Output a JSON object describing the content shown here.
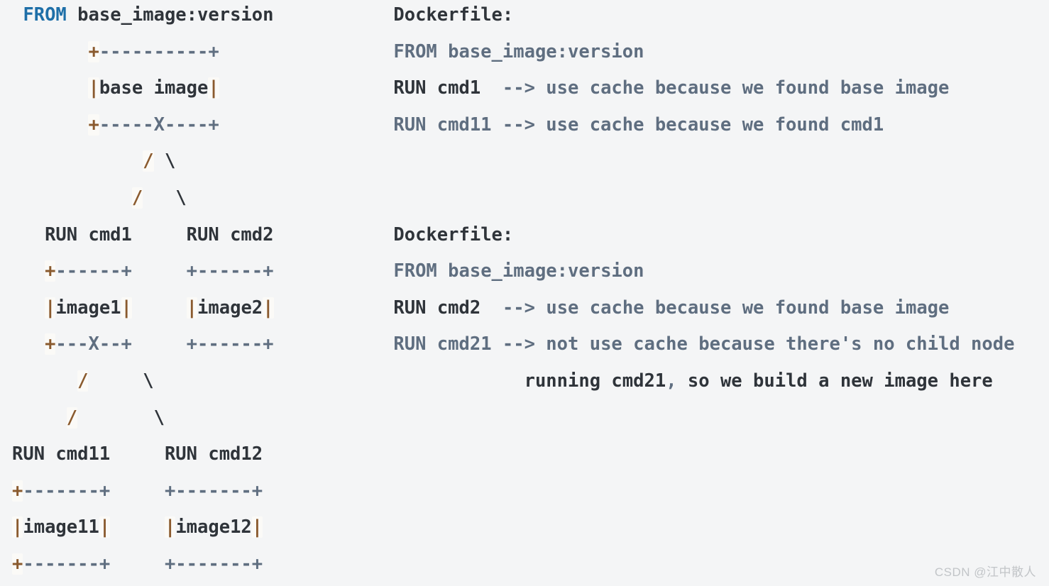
{
  "page": {
    "background": "#f4f5f6"
  },
  "colors": {
    "kw": "#1e6fa8",
    "op": "#8a5a2e",
    "opbg": "#fbfaf7",
    "dim": "#5f6e80",
    "txt": "#2f343a",
    "wm": "#c2c5c8",
    "bg": "#f4f5f6"
  },
  "code_block": {
    "description": "ascii-art docker build cache tree with dockerfile explanations",
    "lines": [
      [
        {
          "t": " ",
          "c": "txt"
        },
        {
          "t": "FROM",
          "c": "kw"
        },
        {
          "t": " base_image:version",
          "c": "txt"
        },
        {
          "t": "           ",
          "c": "txt"
        },
        {
          "t": "Dockerfile:",
          "c": "txt"
        }
      ],
      [
        {
          "t": "       ",
          "c": "txt"
        },
        {
          "t": "+",
          "c": "op"
        },
        {
          "t": "----------+",
          "c": "dim"
        },
        {
          "t": "                ",
          "c": "txt"
        },
        {
          "t": "FROM base_image:version",
          "c": "dim"
        }
      ],
      [
        {
          "t": "       ",
          "c": "txt"
        },
        {
          "t": "|",
          "c": "op"
        },
        {
          "t": "base image",
          "c": "txt"
        },
        {
          "t": "|",
          "c": "op"
        },
        {
          "t": "                ",
          "c": "txt"
        },
        {
          "t": "RUN cmd1",
          "c": "txt"
        },
        {
          "t": "  --> use cache because we found base image",
          "c": "dim"
        }
      ],
      [
        {
          "t": "       ",
          "c": "txt"
        },
        {
          "t": "+",
          "c": "op"
        },
        {
          "t": "-----X----+",
          "c": "dim"
        },
        {
          "t": "                ",
          "c": "txt"
        },
        {
          "t": "RUN cmd11 --> use cache because we found cmd1",
          "c": "dim"
        }
      ],
      [
        {
          "t": "            ",
          "c": "txt"
        },
        {
          "t": "/",
          "c": "op"
        },
        {
          "t": " ",
          "c": "txt"
        },
        {
          "t": "\\",
          "c": "txt"
        }
      ],
      [
        {
          "t": "           ",
          "c": "txt"
        },
        {
          "t": "/",
          "c": "op"
        },
        {
          "t": "   ",
          "c": "txt"
        },
        {
          "t": "\\",
          "c": "txt"
        }
      ],
      [
        {
          "t": "   ",
          "c": "txt"
        },
        {
          "t": "RUN cmd1",
          "c": "txt"
        },
        {
          "t": "     ",
          "c": "txt"
        },
        {
          "t": "RUN cmd2",
          "c": "txt"
        },
        {
          "t": "           ",
          "c": "txt"
        },
        {
          "t": "Dockerfile:",
          "c": "txt"
        }
      ],
      [
        {
          "t": "   ",
          "c": "txt"
        },
        {
          "t": "+",
          "c": "op"
        },
        {
          "t": "------+",
          "c": "dim"
        },
        {
          "t": "     ",
          "c": "txt"
        },
        {
          "t": "+------+",
          "c": "dim"
        },
        {
          "t": "           ",
          "c": "txt"
        },
        {
          "t": "FROM base_image:version",
          "c": "dim"
        }
      ],
      [
        {
          "t": "   ",
          "c": "txt"
        },
        {
          "t": "|",
          "c": "op"
        },
        {
          "t": "image1",
          "c": "txt"
        },
        {
          "t": "|",
          "c": "op"
        },
        {
          "t": "     ",
          "c": "txt"
        },
        {
          "t": "|",
          "c": "op"
        },
        {
          "t": "image2",
          "c": "txt"
        },
        {
          "t": "|",
          "c": "op"
        },
        {
          "t": "           ",
          "c": "txt"
        },
        {
          "t": "RUN cmd2",
          "c": "txt"
        },
        {
          "t": "  --> use cache because we found base image",
          "c": "dim"
        }
      ],
      [
        {
          "t": "   ",
          "c": "txt"
        },
        {
          "t": "+",
          "c": "op"
        },
        {
          "t": "---X--+",
          "c": "dim"
        },
        {
          "t": "     ",
          "c": "txt"
        },
        {
          "t": "+------+",
          "c": "dim"
        },
        {
          "t": "           ",
          "c": "txt"
        },
        {
          "t": "RUN cmd21 --> not use cache because there's no child node",
          "c": "dim"
        }
      ],
      [
        {
          "t": "      ",
          "c": "txt"
        },
        {
          "t": "/",
          "c": "op"
        },
        {
          "t": "     ",
          "c": "txt"
        },
        {
          "t": "\\",
          "c": "txt"
        },
        {
          "t": "                                  ",
          "c": "txt"
        },
        {
          "t": "running cmd21",
          "c": "txt"
        },
        {
          "t": ",",
          "c": "dim"
        },
        {
          "t": " so we build a new image here",
          "c": "txt"
        }
      ],
      [
        {
          "t": "     ",
          "c": "txt"
        },
        {
          "t": "/",
          "c": "op"
        },
        {
          "t": "       ",
          "c": "txt"
        },
        {
          "t": "\\",
          "c": "txt"
        }
      ],
      [
        {
          "t": "RUN cmd11",
          "c": "txt"
        },
        {
          "t": "     ",
          "c": "txt"
        },
        {
          "t": "RUN cmd12",
          "c": "txt"
        }
      ],
      [
        {
          "t": "+",
          "c": "op"
        },
        {
          "t": "-------+",
          "c": "dim"
        },
        {
          "t": "     ",
          "c": "txt"
        },
        {
          "t": "+-------+",
          "c": "dim"
        }
      ],
      [
        {
          "t": "|",
          "c": "op"
        },
        {
          "t": "image11",
          "c": "txt"
        },
        {
          "t": "|",
          "c": "op"
        },
        {
          "t": "     ",
          "c": "txt"
        },
        {
          "t": "|",
          "c": "op"
        },
        {
          "t": "image12",
          "c": "txt"
        },
        {
          "t": "|",
          "c": "op"
        }
      ],
      [
        {
          "t": "+",
          "c": "op"
        },
        {
          "t": "-------+",
          "c": "dim"
        },
        {
          "t": "     ",
          "c": "txt"
        },
        {
          "t": "+-------+",
          "c": "dim"
        }
      ]
    ]
  },
  "watermark": {
    "text": "CSDN @江中散人"
  }
}
